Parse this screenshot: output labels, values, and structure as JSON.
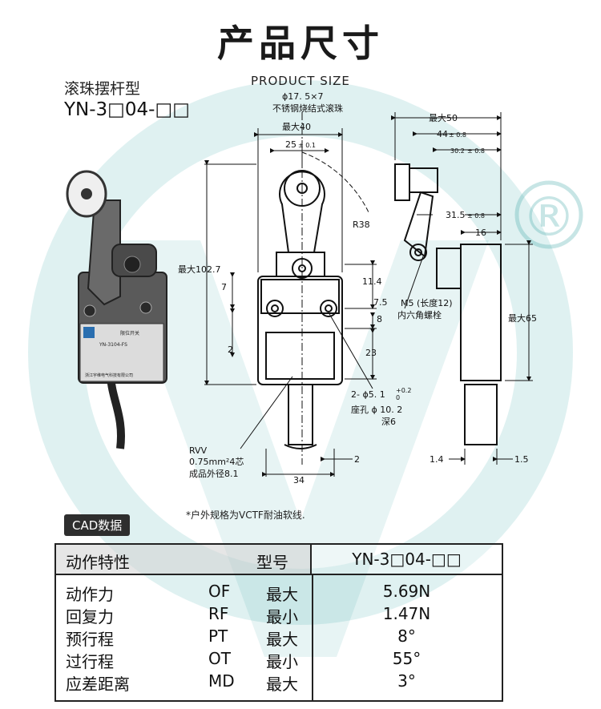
{
  "header": {
    "title": "产品尺寸",
    "subtitle_cn": "滚珠摆杆型",
    "model": "YN-3□04-□□",
    "product_size": "PRODUCT SIZE"
  },
  "dimensions": {
    "roller": "ϕ17. 5×7",
    "roller_desc": "不锈钢烧结式滚珠",
    "max40": "最大40",
    "d25": "25",
    "d25_tol": "± 0.1",
    "r38": "R38",
    "max102": "最大102.7",
    "d7": "7",
    "d11_4": "11.4",
    "d7_5": "7.5",
    "d8": "8",
    "d2": "2",
    "d23": "23",
    "hole": "2- ϕ5. 1",
    "hole_tol_up": "+0.2",
    "hole_tol_dn": "0",
    "seat": "座孔 ϕ 10. 2",
    "depth": "深6",
    "cable1": "RVV",
    "cable2": "0.75mm²4芯",
    "cable3": "成品外径8.1",
    "d34": "34",
    "d2b": "2",
    "max50": "最大50",
    "d44": "44",
    "d44_tol": "± 0.8",
    "d30_2": "30.2",
    "d30_2_tol": "± 0.8",
    "d31_5": "31.5",
    "d31_5_tol": "± 0.8",
    "d16": "16",
    "m5": "M5 (长度12)",
    "hex": "内六角螺栓",
    "max65": "最大65",
    "d1_4": "1.4",
    "d1_5": "1.5"
  },
  "product_label": {
    "line1": "限位开关",
    "line2": "YN-3104-FS",
    "maker": "浙江宇维电气科技有限公司"
  },
  "cad_tag": "CAD数据",
  "note": "*户外规格为VCTF耐油软线.",
  "table": {
    "header_left": "动作特性",
    "header_mid": "型号",
    "header_right": "YN-3□04-□□",
    "rows": [
      {
        "name": "动作力",
        "abbr": "OF",
        "limit": "最大",
        "value": "5.69N"
      },
      {
        "name": "回复力",
        "abbr": "RF",
        "limit": "最小",
        "value": "1.47N"
      },
      {
        "name": "预行程",
        "abbr": "PT",
        "limit": "最大",
        "value": "8°"
      },
      {
        "name": "过行程",
        "abbr": "OT",
        "limit": "最小",
        "value": "55°"
      },
      {
        "name": "应差距离",
        "abbr": "MD",
        "limit": "最大",
        "value": "3°"
      }
    ]
  },
  "watermark": {
    "color": "#3aa5a5",
    "registered": "®"
  }
}
